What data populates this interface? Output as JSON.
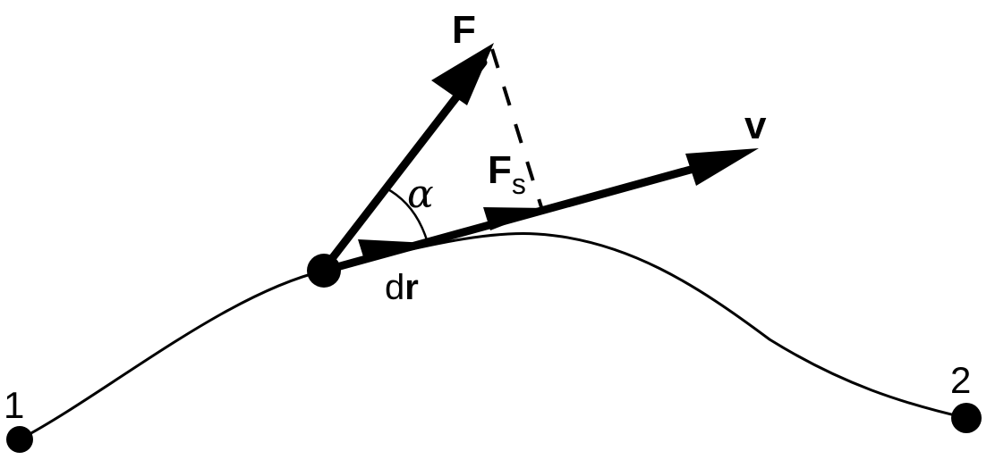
{
  "labels": {
    "point_start": "1",
    "point_end": "2",
    "force": "F",
    "force_tangential_base": "F",
    "force_tangential_sub": "s",
    "velocity": "v",
    "angle": "α",
    "displacement_prefix": "d",
    "displacement_vector": "r"
  },
  "colors": {
    "ink": "#000000",
    "background": "#ffffff"
  }
}
